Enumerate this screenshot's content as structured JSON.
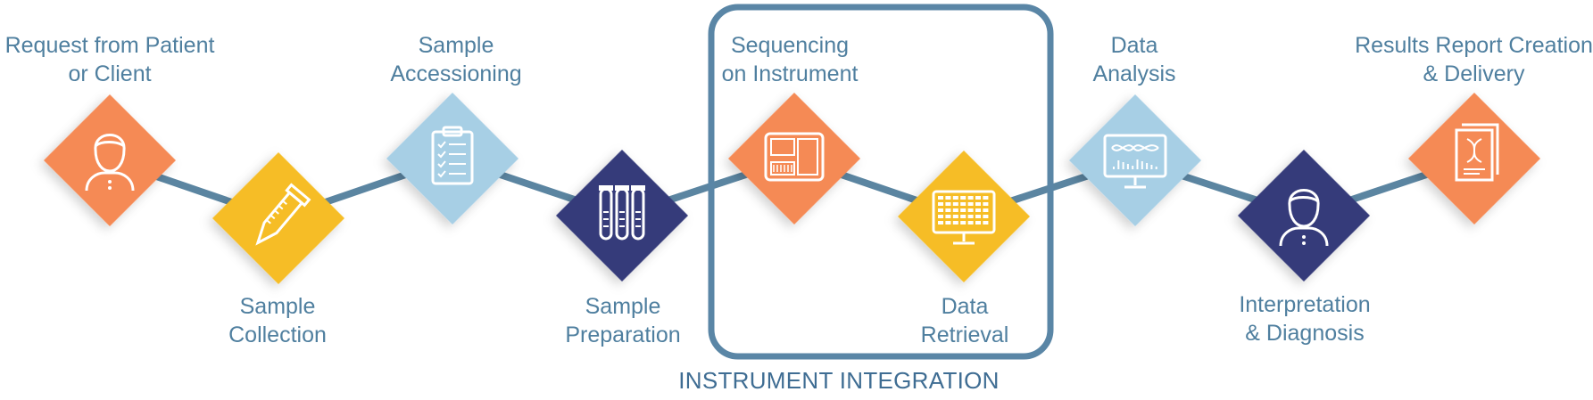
{
  "steps": [
    {
      "id": "request",
      "line1": "Request from Patient",
      "line2": "or Client",
      "color": "#f58a55",
      "icon": "person-icon"
    },
    {
      "id": "collection",
      "line1": "Sample",
      "line2": "Collection",
      "color": "#f6bd27",
      "icon": "sample-tube-icon"
    },
    {
      "id": "accessioning",
      "line1": "Sample",
      "line2": "Accessioning",
      "color": "#a7cfe5",
      "icon": "clipboard-checklist-icon"
    },
    {
      "id": "preparation",
      "line1": "Sample",
      "line2": "Preparation",
      "color": "#343a7a",
      "icon": "test-tubes-icon"
    },
    {
      "id": "sequencing",
      "line1": "Sequencing",
      "line2": "on Instrument",
      "color": "#f58a55",
      "icon": "sequencer-instrument-icon"
    },
    {
      "id": "retrieval",
      "line1": "Data",
      "line2": "Retrieval",
      "color": "#f6bd27",
      "icon": "data-monitor-icon"
    },
    {
      "id": "analysis",
      "line1": "Data",
      "line2": "Analysis",
      "color": "#a7cfe5",
      "icon": "dna-monitor-icon"
    },
    {
      "id": "interpretation",
      "line1": "Interpretation",
      "line2": "& Diagnosis",
      "color": "#343a7a",
      "icon": "doctor-icon"
    },
    {
      "id": "report",
      "line1": "Results Report Creation",
      "line2": "& Delivery",
      "color": "#f58a55",
      "icon": "dna-report-icon"
    }
  ],
  "group": {
    "label": "INSTRUMENT INTEGRATION",
    "color": "#5a86a6"
  },
  "connector_color": "#5b85a1"
}
